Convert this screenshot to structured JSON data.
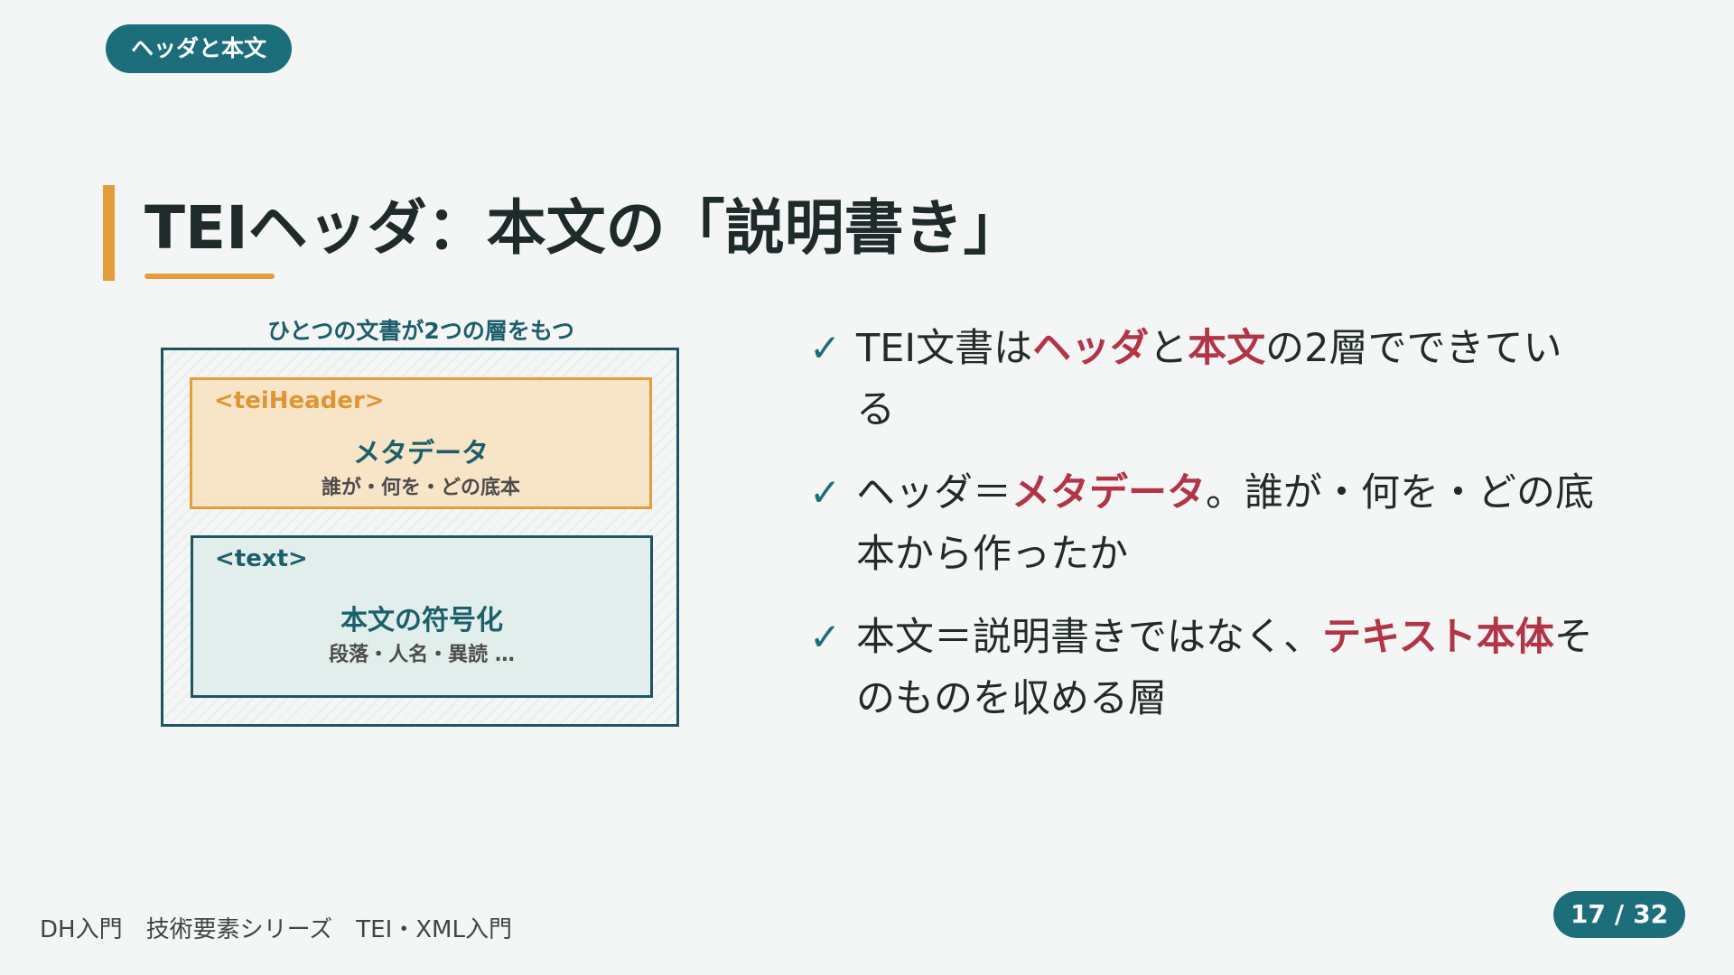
{
  "section_tag": "ヘッダと本文",
  "title": "TEIヘッダ：本文の「説明書き」",
  "diagram": {
    "caption": "ひとつの文書が2つの層をもつ",
    "header_layer": {
      "tag": "<teiHeader>",
      "title": "メタデータ",
      "subtitle": "誰が・何を・どの底本"
    },
    "text_layer": {
      "tag": "<text>",
      "title": "本文の符号化",
      "subtitle": "段落・人名・異読 …"
    }
  },
  "bullets": [
    {
      "check": "✓",
      "t1": "TEI文書は",
      "h1": "ヘッダ",
      "t2": "と",
      "h2": "本文",
      "t3": "の2層でできている"
    },
    {
      "check": "✓",
      "t1": "ヘッダ＝",
      "h1": "メタデータ",
      "t2": "。誰が・何を・どの底本から作ったか"
    },
    {
      "check": "✓",
      "t1": "本文＝説明書きではなく、",
      "h1": "テキスト本体",
      "t2": "そのものを収める層"
    }
  ],
  "footer": "DH入門　技術要素シリーズ　TEI・XML入門",
  "page": {
    "current": "17",
    "separator": "/",
    "total": "32"
  },
  "colors": {
    "teal": "#1c6f7a",
    "orange": "#e49d3a",
    "highlight_red": "#b33447",
    "background": "#f4f6f5"
  }
}
